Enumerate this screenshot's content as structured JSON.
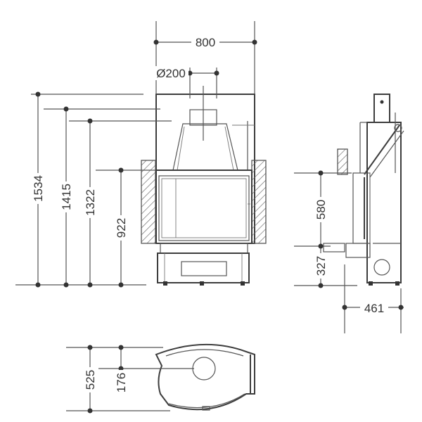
{
  "dimensions": {
    "total_width": "800",
    "flue_diameter": "Ø200",
    "total_height": "1534",
    "height_to_top": "1415",
    "height_to_hood": "1322",
    "height_to_opening_top": "922",
    "opening_height": "580",
    "base_height": "327",
    "depth": "461",
    "plan_depth": "525",
    "plan_flue_offset": "176"
  }
}
